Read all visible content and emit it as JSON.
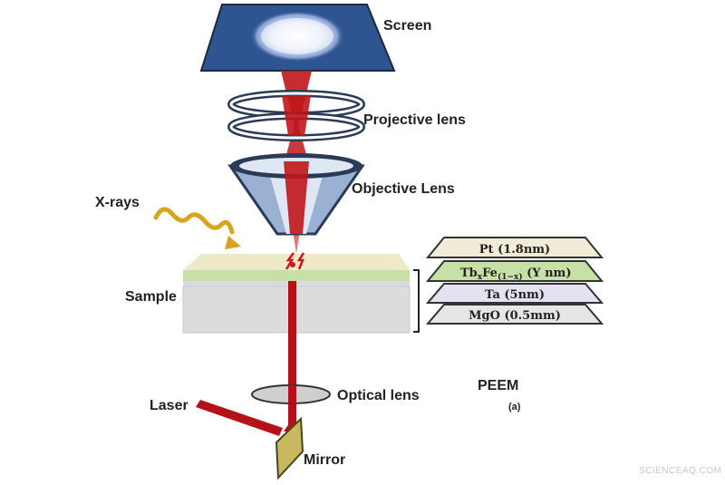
{
  "labels": {
    "screen": "Screen",
    "projective_lens": "Projective lens",
    "objective_lens": "Objective Lens",
    "xrays": "X-rays",
    "sample": "Sample",
    "optical_lens": "Optical lens",
    "laser": "Laser",
    "mirror": "Mirror",
    "title": "PEEM",
    "panel": "(a)"
  },
  "layers": {
    "pt": "Pt (1.8nm)",
    "tbfe_main1": "Tb",
    "tbfe_sub1": "x",
    "tbfe_main2": "Fe",
    "tbfe_sub2": "(1−x)",
    "tbfe_main3": " (Y nm)",
    "ta": "Ta (5nm)",
    "mgo": "MgO (0.5mm)"
  },
  "watermark": "SCIENCEAQ.COM",
  "colors": {
    "screen": "#2e5590",
    "lens_outline": "#2b3a55",
    "lens_fill": "#9bb1d4",
    "beam": "#c0161c",
    "xray": "#d8a520",
    "mirror": "#c8b860",
    "layer_pt": "#f0ecd8",
    "layer_tbfe": "#c7e0a6",
    "layer_ta": "#e5e1f0",
    "layer_mgo": "#e6e6e6"
  }
}
